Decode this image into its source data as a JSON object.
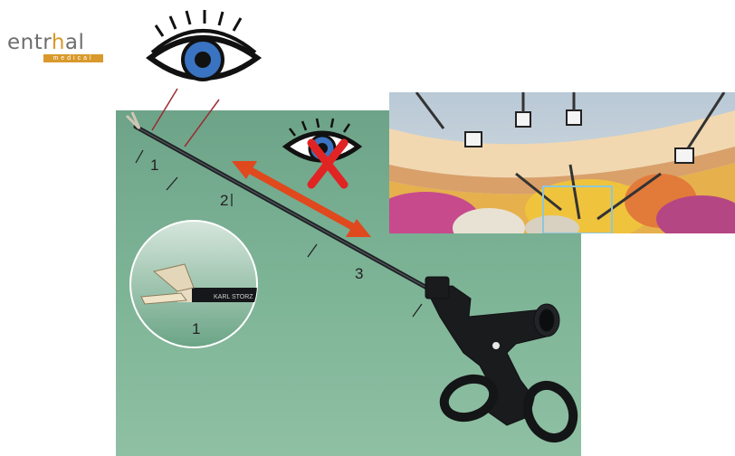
{
  "logo": {
    "word_left": "entr",
    "word_highlight": "h",
    "word_right": "al",
    "sub": "medical"
  },
  "colors": {
    "background_green": "#7fb597",
    "arrow_red": "#e0481e",
    "eye_blue": "#3a73c2",
    "logo_orange": "#d99a2b"
  },
  "icons": [
    "eye-icon",
    "crossed-eye-icon",
    "double-arrow-icon"
  ],
  "labels": {
    "tip": "1",
    "middle": "2",
    "distal": "3",
    "inset": "1"
  },
  "inset": {
    "brand": "KARL STORZ"
  }
}
